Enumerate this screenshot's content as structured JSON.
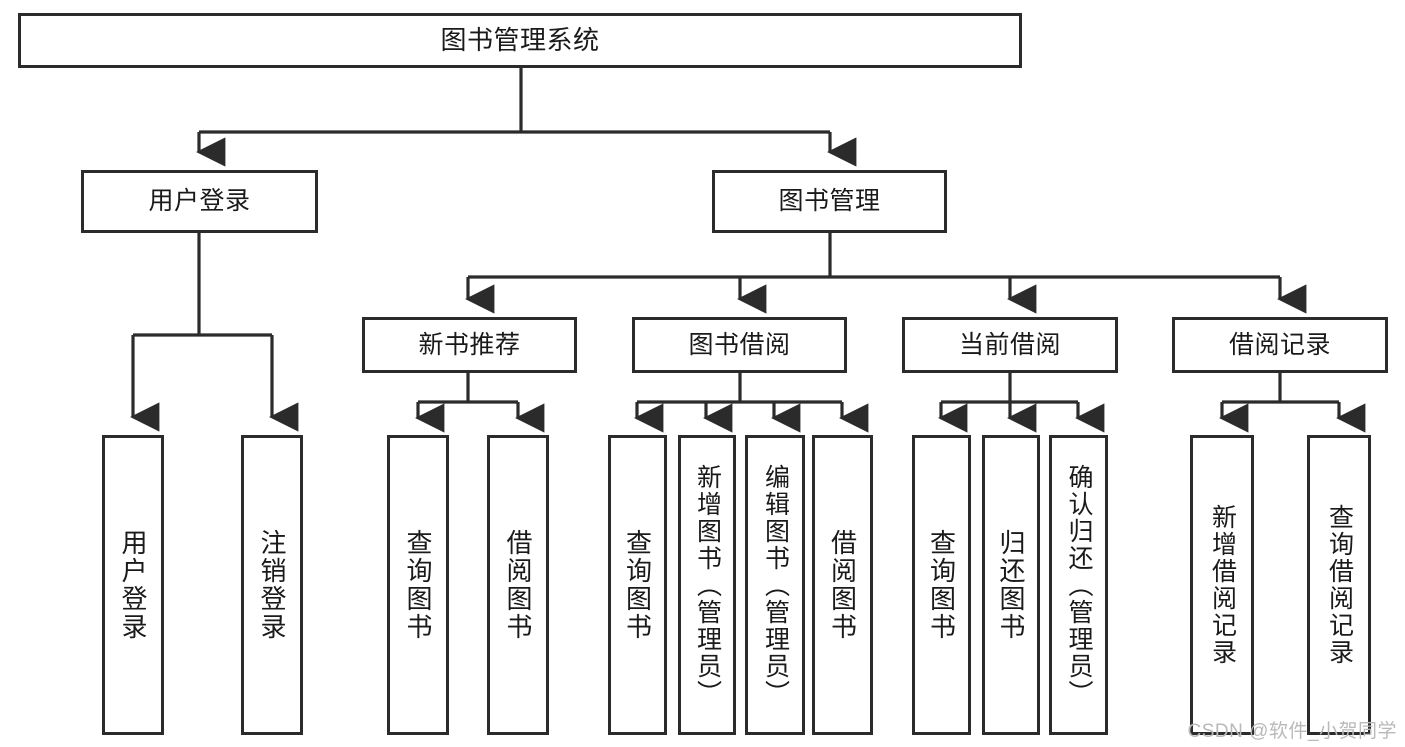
{
  "diagram": {
    "title": "图书管理系统",
    "watermark": "CSDN @软件_小贺同学",
    "colors": {
      "stroke": "#2b2b2b",
      "fill": "#ffffff",
      "text": "#1a1a1a",
      "watermark": "#b9b9b9"
    },
    "levels": {
      "root": "图书管理系统",
      "level2": [
        "用户登录",
        "图书管理"
      ],
      "level3": [
        "新书推荐",
        "图书借阅",
        "当前借阅",
        "借阅记录"
      ]
    },
    "nodes": {
      "root": {
        "label": "图书管理系统"
      },
      "user_login": {
        "label": "用户登录"
      },
      "book_manage": {
        "label": "图书管理"
      },
      "new_book_rec": {
        "label": "新书推荐"
      },
      "book_borrow": {
        "label": "图书借阅"
      },
      "current_borrow": {
        "label": "当前借阅"
      },
      "borrow_record": {
        "label": "借阅记录"
      },
      "leaf_user_login": {
        "label": "用户登录"
      },
      "leaf_logout": {
        "label": "注销登录"
      },
      "leaf_query_book_1": {
        "label": "查询图书"
      },
      "leaf_borrow_book_1": {
        "label": "借阅图书"
      },
      "leaf_query_book_2": {
        "label": "查询图书"
      },
      "leaf_add_book_admin": {
        "label": "新增图书（管理员）"
      },
      "leaf_edit_book_admin": {
        "label": "编辑图书（管理员）"
      },
      "leaf_borrow_book_2": {
        "label": "借阅图书"
      },
      "leaf_query_book_3": {
        "label": "查询图书"
      },
      "leaf_return_book": {
        "label": "归还图书"
      },
      "leaf_confirm_return_admin": {
        "label": "确认归还（管理员）"
      },
      "leaf_add_record": {
        "label": "新增借阅记录"
      },
      "leaf_query_record": {
        "label": "查询借阅记录"
      }
    },
    "edges": [
      {
        "from": "root",
        "to": "user_login"
      },
      {
        "from": "root",
        "to": "book_manage"
      },
      {
        "from": "user_login",
        "to": "leaf_user_login"
      },
      {
        "from": "user_login",
        "to": "leaf_logout"
      },
      {
        "from": "book_manage",
        "to": "new_book_rec"
      },
      {
        "from": "book_manage",
        "to": "book_borrow"
      },
      {
        "from": "book_manage",
        "to": "current_borrow"
      },
      {
        "from": "book_manage",
        "to": "borrow_record"
      },
      {
        "from": "new_book_rec",
        "to": "leaf_query_book_1"
      },
      {
        "from": "new_book_rec",
        "to": "leaf_borrow_book_1"
      },
      {
        "from": "book_borrow",
        "to": "leaf_query_book_2"
      },
      {
        "from": "book_borrow",
        "to": "leaf_add_book_admin"
      },
      {
        "from": "book_borrow",
        "to": "leaf_edit_book_admin"
      },
      {
        "from": "book_borrow",
        "to": "leaf_borrow_book_2"
      },
      {
        "from": "current_borrow",
        "to": "leaf_query_book_3"
      },
      {
        "from": "current_borrow",
        "to": "leaf_return_book"
      },
      {
        "from": "current_borrow",
        "to": "leaf_confirm_return_admin"
      },
      {
        "from": "borrow_record",
        "to": "leaf_add_record"
      },
      {
        "from": "borrow_record",
        "to": "leaf_query_record"
      }
    ]
  }
}
